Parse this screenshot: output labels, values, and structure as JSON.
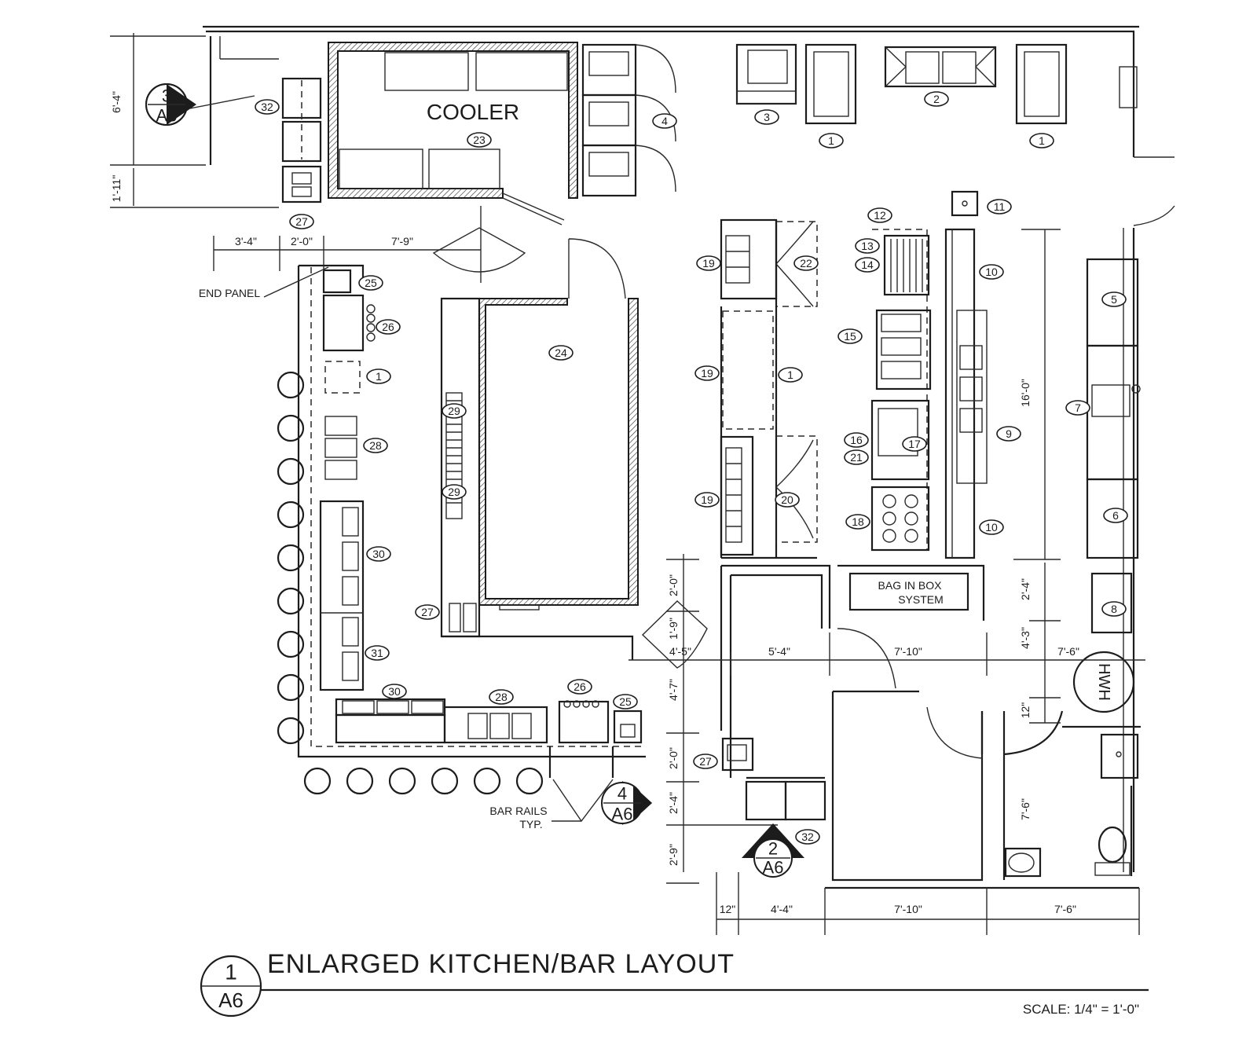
{
  "title": {
    "text": "ENLARGED KITCHEN/BAR LAYOUT",
    "marker_num": "1",
    "marker_sheet": "A6"
  },
  "scale": "SCALE: 1/4\" = 1'-0\"",
  "labels": {
    "cooler": "COOLER",
    "end_panel": "END PANEL",
    "bag_in_box_1": "BAG IN BOX",
    "bag_in_box_2": "SYSTEM",
    "bar_rails_1": "BAR RAILS",
    "bar_rails_2": "TYP.",
    "hwh": "HWH"
  },
  "section_markers": [
    {
      "num": "3",
      "sheet": "A6"
    },
    {
      "num": "4",
      "sheet": "A6"
    },
    {
      "num": "2",
      "sheet": "A6"
    }
  ],
  "dimensions": {
    "d_6_4": "6'-4\"",
    "d_1_11": "1'-11\"",
    "d_3_4": "3'-4\"",
    "d_2_0_top": "2'-0\"",
    "d_7_9": "7'-9\"",
    "d_16_0": "16'-0\"",
    "d_2_4_right": "2'-4\"",
    "d_4_3": "4'-3\"",
    "d_12_right": "12\"",
    "d_7_6_right": "7'-6\"",
    "d_2_0_mid": "2'-0\"",
    "d_1_9": "1'-9\"",
    "d_4_5": "4'-5\"",
    "d_5_4": "5'-4\"",
    "d_7_10_mid": "7'-10\"",
    "d_7_6_mid": "7'-6\"",
    "d_4_7": "4'-7\"",
    "d_2_0_low": "2'-0\"",
    "d_2_4_low": "2'-4\"",
    "d_2_9": "2'-9\"",
    "d_12_bottom": "12\"",
    "d_4_4": "4'-4\"",
    "d_7_10_bottom": "7'-10\"",
    "d_7_6_bottom": "7'-6\""
  },
  "tags": {
    "t32a": "32",
    "t27a": "27",
    "t25a": "25",
    "t26a": "26",
    "t1a": "1",
    "t28a": "28",
    "t30a": "30",
    "t31": "31",
    "t30b": "30",
    "t28b": "28",
    "t26b": "26",
    "t25b": "25",
    "t29a": "29",
    "t29b": "29",
    "t27b": "27",
    "t23": "23",
    "t24": "24",
    "t4": "4",
    "t3": "3",
    "t1b": "1",
    "t2": "2",
    "t1c": "1",
    "t11": "11",
    "t12": "12",
    "t13": "13",
    "t14": "14",
    "t10a": "10",
    "t15": "15",
    "t9": "9",
    "t16": "16",
    "t21": "21",
    "t17": "17",
    "t18": "18",
    "t10b": "10",
    "t19a": "19",
    "t22": "22",
    "t19b": "19",
    "t1d": "1",
    "t19c": "19",
    "t20": "20",
    "t5": "5",
    "t7": "7",
    "t6": "6",
    "t8": "8",
    "t27c": "27",
    "t32b": "32"
  }
}
